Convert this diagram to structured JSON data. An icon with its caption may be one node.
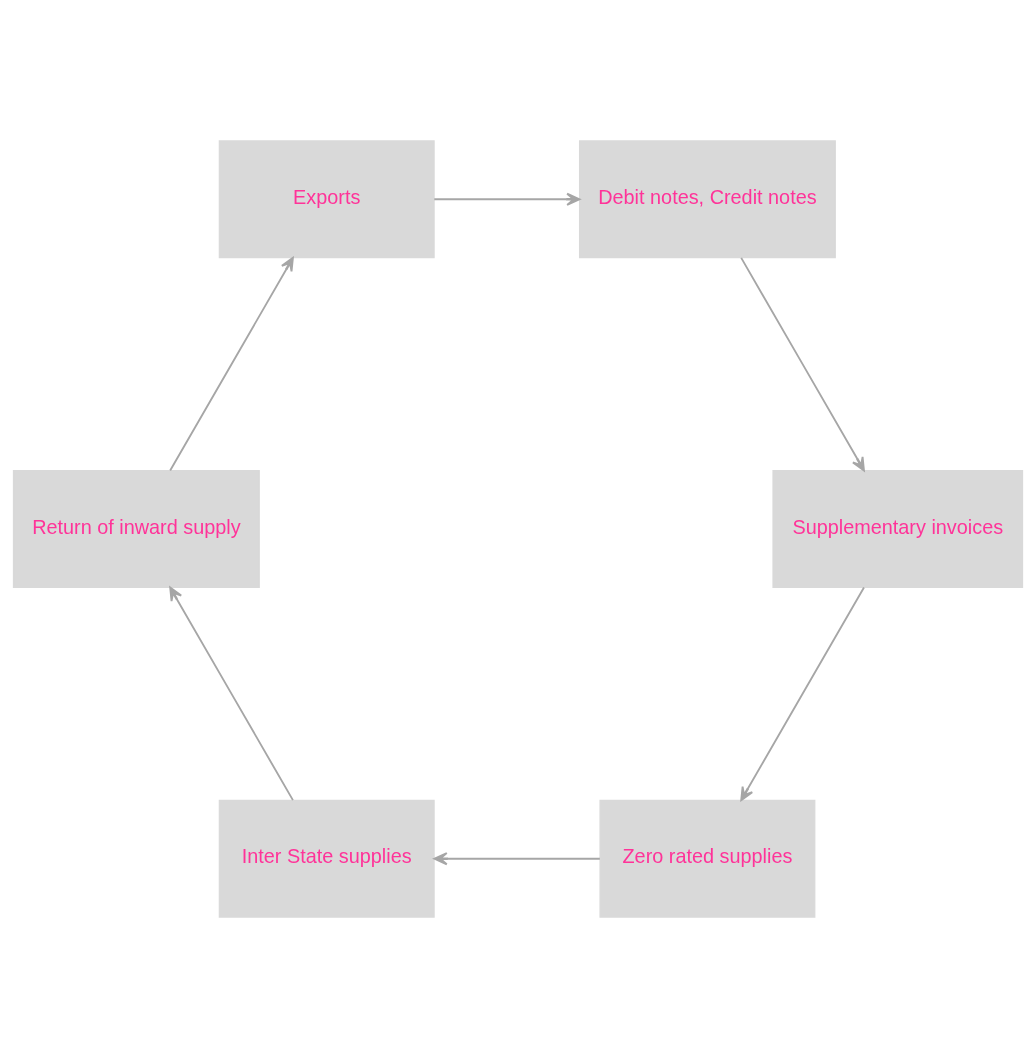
{
  "diagram": {
    "nodes": [
      {
        "text": [
          "Zero rated supplies"
        ]
      },
      {
        "text": [
          "Supplementary invoices"
        ]
      },
      {
        "text": [
          "Inter State supplies"
        ]
      },
      {
        "text": [
          "Debit notes, Credit notes"
        ]
      },
      {
        "text": [
          "Return of inward supply"
        ]
      },
      {
        "text": [
          "Exports"
        ]
      }
    ],
    "edges": [
      {
        "from": 0,
        "to": 2,
        "arrow": "to"
      },
      {
        "from": 2,
        "to": 4,
        "arrow": "to"
      },
      {
        "from": 4,
        "to": 5,
        "arrow": "to"
      },
      {
        "from": 5,
        "to": 3,
        "arrow": "to"
      },
      {
        "from": 3,
        "to": 1,
        "arrow": "to"
      },
      {
        "from": 1,
        "to": 0,
        "arrow": "to"
      }
    ]
  }
}
